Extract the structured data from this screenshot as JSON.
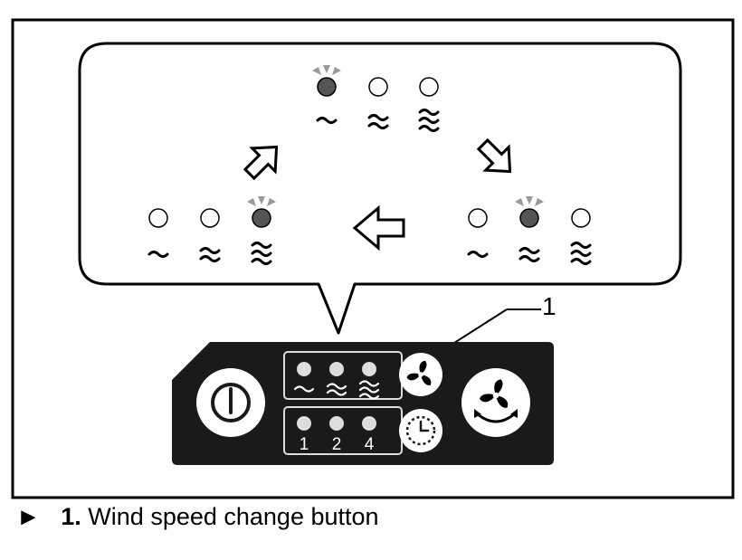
{
  "callout": {
    "number": "1"
  },
  "panel": {
    "timer_labels": [
      "1",
      "2",
      "4"
    ]
  },
  "caption": {
    "marker": "►",
    "number": "1.",
    "text": "Wind speed change button"
  },
  "icons": {
    "power": "power-icon",
    "fan": "fan-icon",
    "swing_fan": "swing-fan-icon",
    "timer": "timer-icon",
    "speed_low": "wind-low-icon",
    "speed_mid": "wind-mid-icon",
    "speed_high": "wind-high-icon"
  },
  "colors": {
    "panel": "#1a1a1a",
    "led_on": "#555555",
    "blink_rays": "#999999"
  }
}
